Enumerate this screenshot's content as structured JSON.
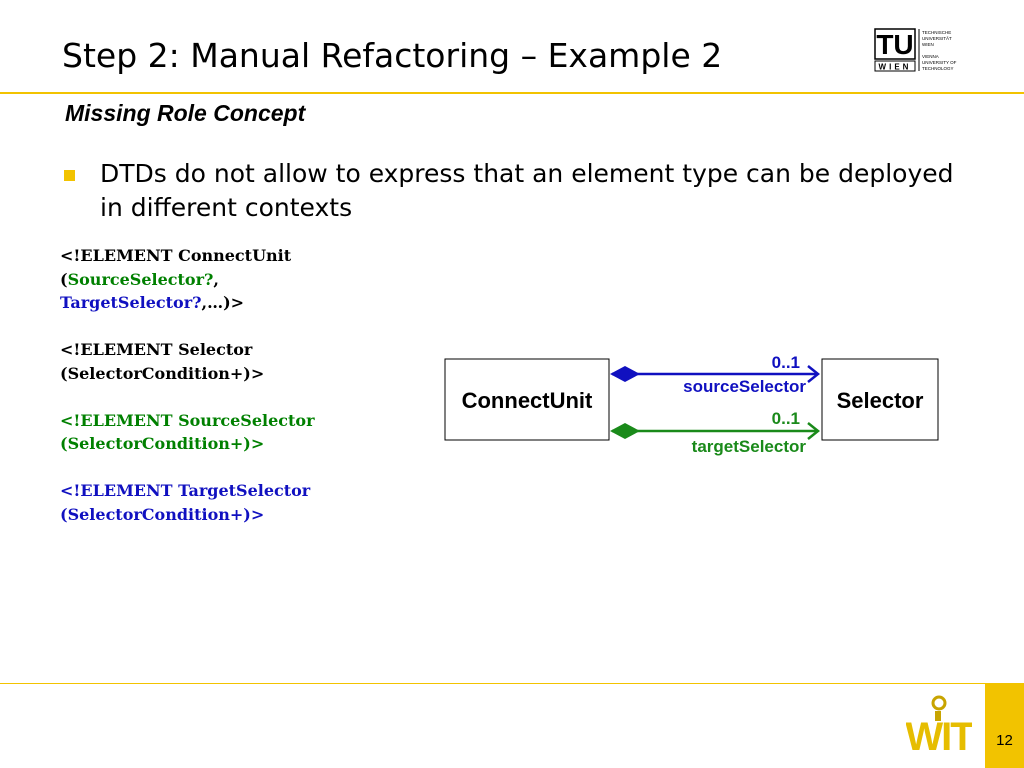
{
  "slide": {
    "title": "Step 2: Manual Refactoring – Example 2",
    "subtitle": "Missing Role Concept",
    "bullet": "DTDs do not allow to express that an element type can be deployed in different contexts",
    "page_number": "12"
  },
  "code": {
    "l1": "<!ELEMENT ConnectUnit",
    "l2_open": "(",
    "l2_src": "SourceSelector?",
    "l2_comma": ",",
    "l3_tgt": "TargetSelector?",
    "l3_rest": ",…)>",
    "l4": "<!ELEMENT Selector",
    "l5": "(SelectorCondition+)>",
    "l6": "<!ELEMENT SourceSelector",
    "l7": "(SelectorCondition+)>",
    "l8": "<!ELEMENT TargetSelector",
    "l9": "(SelectorCondition+)>"
  },
  "diagram": {
    "left_class": "ConnectUnit",
    "right_class": "Selector",
    "source_multiplicity": "0..1",
    "source_role": "sourceSelector",
    "target_multiplicity": "0..1",
    "target_role": "targetSelector",
    "source_color": "#1010c0",
    "target_color": "#1a8a1a"
  },
  "logos": {
    "tu_letters": "TU",
    "tu_sub": "WIEN",
    "tu_text_1": "TECHNISCHE",
    "tu_text_2": "UNIVERSITÄT",
    "tu_text_3": "WIEN",
    "tu_text_4": "VIENNA",
    "tu_text_5": "UNIVERSITY OF",
    "tu_text_6": "TECHNOLOGY",
    "wit": "WIT"
  },
  "colors": {
    "accent": "#f2c300"
  }
}
